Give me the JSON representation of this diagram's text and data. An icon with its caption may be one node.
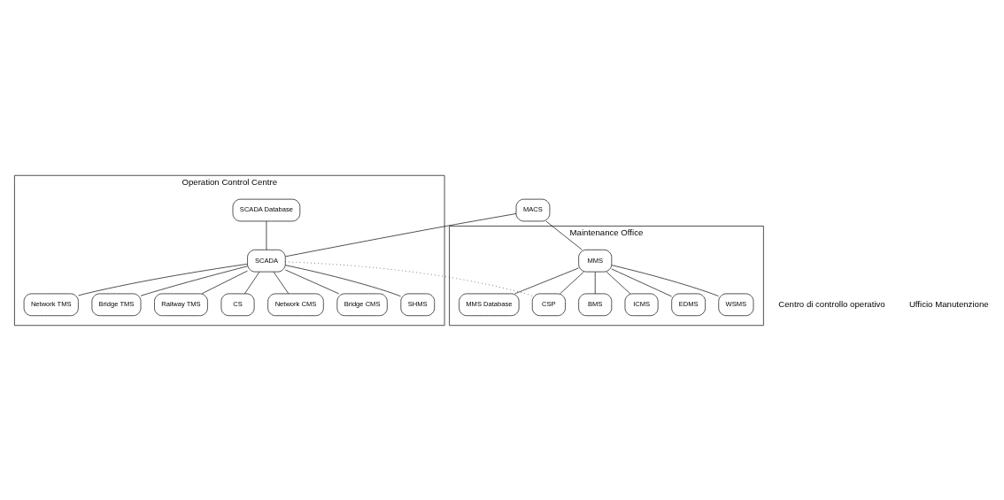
{
  "diagram": {
    "nodes": [
      {
        "text": [
          "Operation Control Centre"
        ]
      },
      {
        "text": [
          "Maintenance Office"
        ]
      },
      {
        "text": [
          "MACS"
        ]
      },
      {
        "text": [
          "SCADA Database"
        ],
        "in": 0
      },
      {
        "text": [
          "SCADA"
        ],
        "in": 0
      },
      {
        "text": [
          "Network TMS"
        ],
        "in": 0
      },
      {
        "text": [
          "Bridge TMS"
        ],
        "in": 0
      },
      {
        "text": [
          "Railway TMS"
        ],
        "in": 0
      },
      {
        "text": [
          "CS"
        ],
        "in": 0
      },
      {
        "text": [
          "Network CMS"
        ],
        "in": 0
      },
      {
        "text": [
          "Bridge CMS"
        ],
        "in": 0
      },
      {
        "text": [
          "SHMS"
        ],
        "in": 0
      },
      {
        "text": [
          "MMS"
        ],
        "in": 1
      },
      {
        "text": [
          "MMS Database"
        ],
        "in": 1
      },
      {
        "text": [
          "CSP"
        ],
        "in": 1
      },
      {
        "text": [
          "BMS"
        ],
        "in": 1
      },
      {
        "text": [
          "ICMS"
        ],
        "in": 1
      },
      {
        "text": [
          "EDMS"
        ],
        "in": 1
      },
      {
        "text": [
          "WSMS"
        ],
        "in": 1
      }
    ],
    "edges": [
      {
        "from": 2,
        "to": 4,
        "arrow": "none"
      },
      {
        "from": 2,
        "to": 12,
        "arrow": "none"
      },
      {
        "from": 3,
        "to": 4,
        "arrow": "none"
      },
      {
        "from": 4,
        "to": 5,
        "arrow": "none"
      },
      {
        "from": 4,
        "to": 6,
        "arrow": "none"
      },
      {
        "from": 4,
        "to": 7,
        "arrow": "none"
      },
      {
        "from": 4,
        "to": 8,
        "arrow": "none"
      },
      {
        "from": 4,
        "to": 9,
        "arrow": "none"
      },
      {
        "from": 4,
        "to": 10,
        "arrow": "none"
      },
      {
        "from": 4,
        "to": 11,
        "arrow": "none"
      },
      {
        "from": 4,
        "to": 14,
        "arrow": "none",
        "style": "dashed"
      },
      {
        "from": 12,
        "to": 13,
        "arrow": "none"
      },
      {
        "from": 12,
        "to": 14,
        "arrow": "none"
      },
      {
        "from": 12,
        "to": 15,
        "arrow": "none"
      },
      {
        "from": 12,
        "to": 16,
        "arrow": "none"
      },
      {
        "from": 12,
        "to": 17,
        "arrow": "none"
      },
      {
        "from": 12,
        "to": 18,
        "arrow": "none"
      }
    ],
    "labels": [
      "Centro di controllo operativo",
      "Ufficio Manutenzione"
    ]
  }
}
